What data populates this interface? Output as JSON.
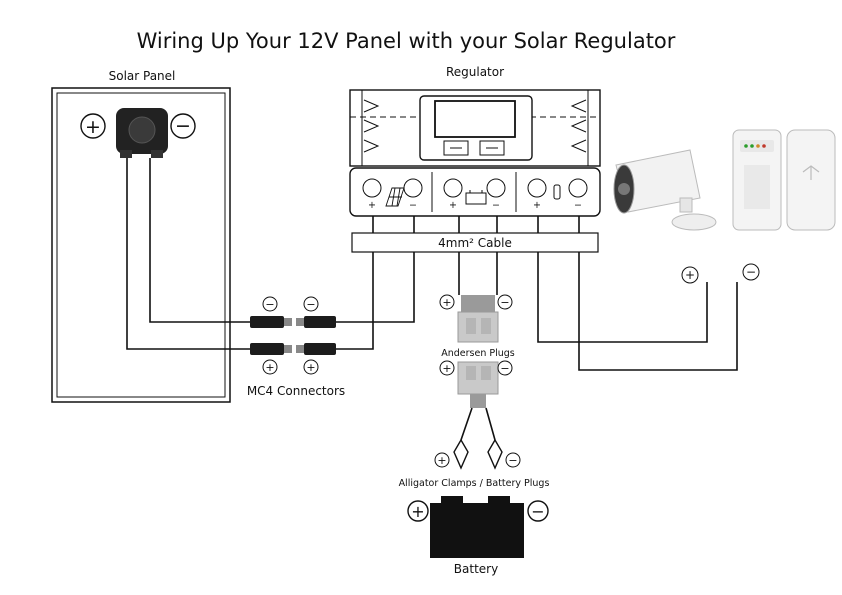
{
  "title": "Wiring Up Your 12V Panel with your Solar Regulator",
  "labels": {
    "solar_panel": "Solar Panel",
    "regulator": "Regulator",
    "cable": "4mm² Cable",
    "mc4": "MC4 Connectors",
    "andersen": "Andersen Plugs",
    "alligator": "Alligator Clamps / Battery Plugs",
    "battery": "Battery"
  },
  "symbols": {
    "plus": "+",
    "minus": "−"
  },
  "colors": {
    "line": "#111111",
    "plug": "#c9c9c9",
    "battery": "#111111"
  }
}
